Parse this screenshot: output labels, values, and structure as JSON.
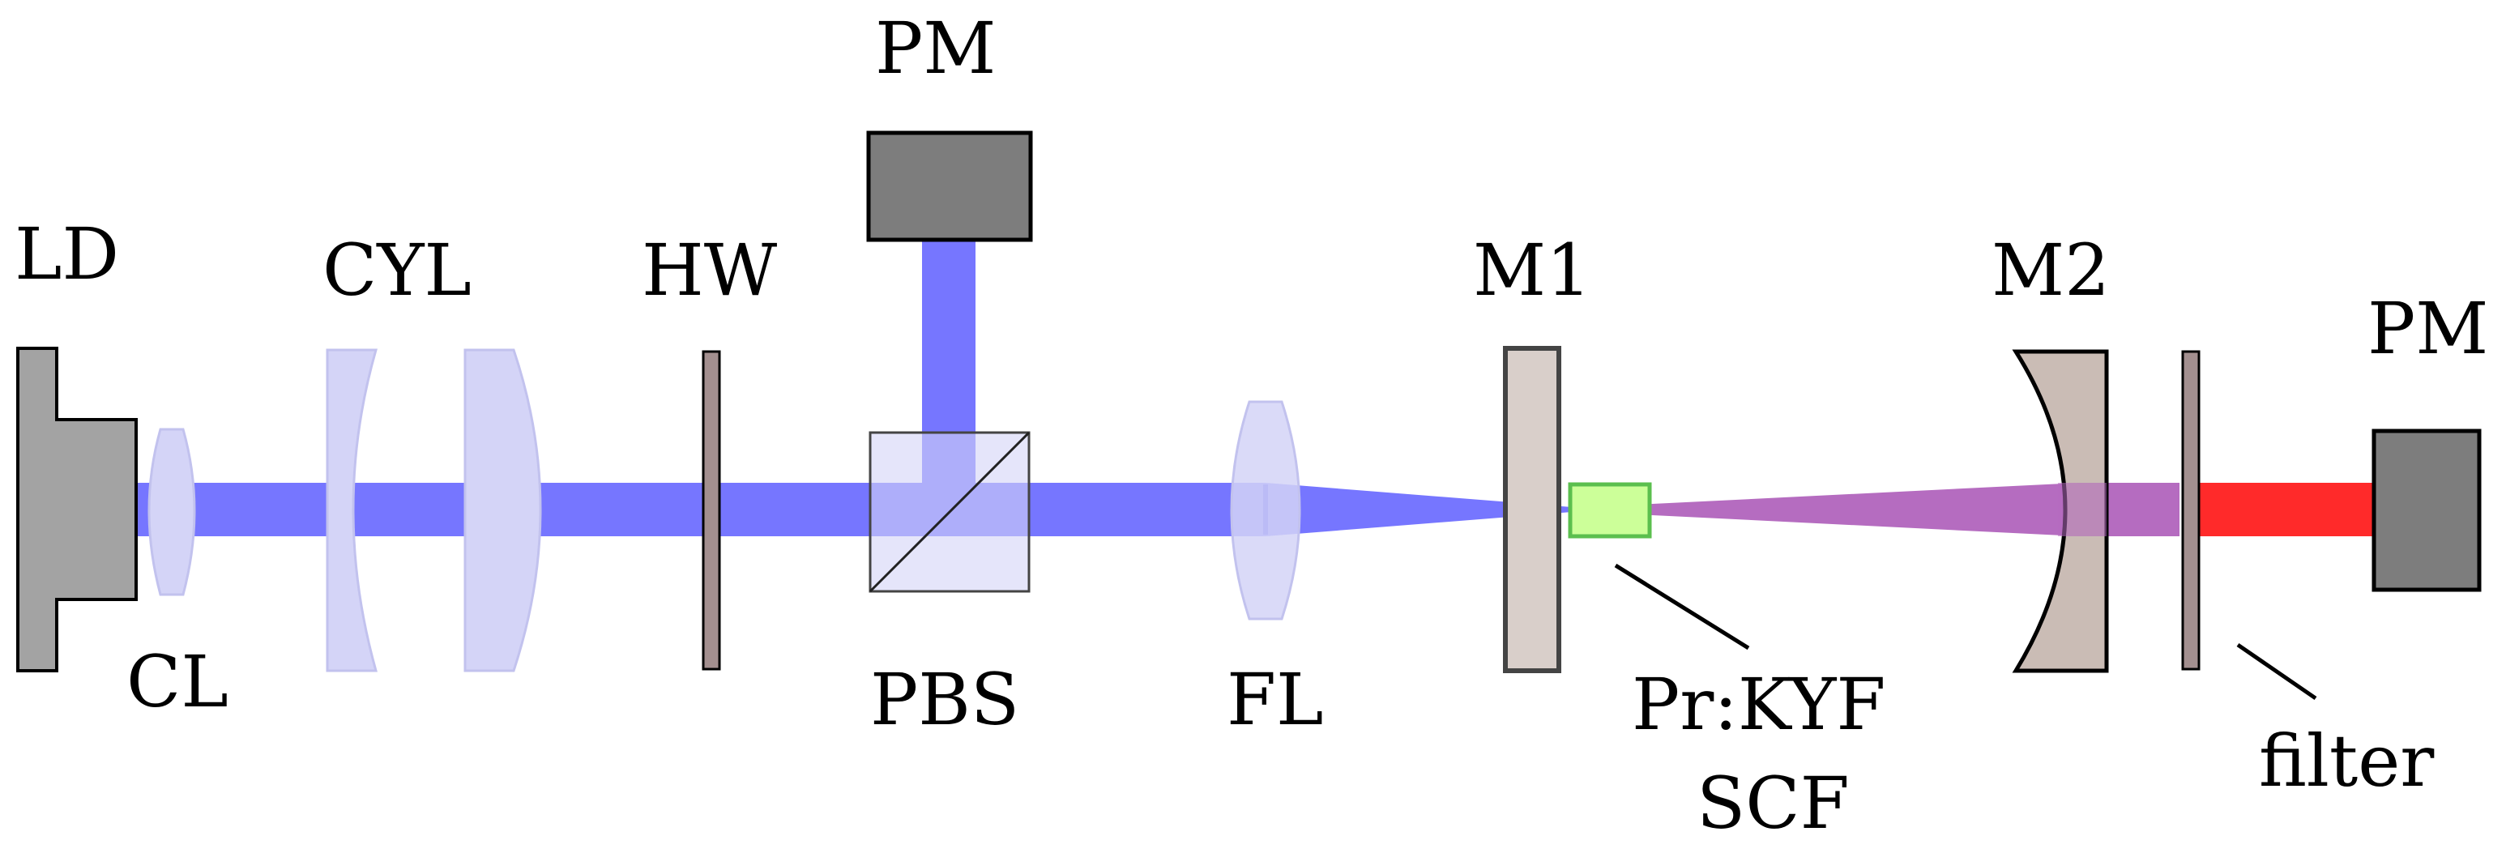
{
  "labels": {
    "ld": "LD",
    "cl": "CL",
    "cyl": "CYL",
    "hw": "HW",
    "pm_top": "PM",
    "pbs": "PBS",
    "fl": "FL",
    "m1": "M1",
    "crystal_line1": "Pr:KYF",
    "crystal_line2": "SCF",
    "m2": "M2",
    "pm_right": "PM",
    "filter": "filter"
  },
  "colors": {
    "pump_beam": "#7676ff",
    "laser_in_cavity": "#b56cc0",
    "laser_output": "#ff2a2a",
    "lens_fill": "#d4d4f7",
    "lens_stroke": "#c2c2ee",
    "power_meter": "#7d7d7d",
    "laser_diode": "#a3a3a3",
    "mirror_m1": "#d9cfca",
    "mirror_m2": "#c4b5ad",
    "waveplate": "#a38f8f",
    "crystal_fill": "#ccff99",
    "crystal_stroke": "#5bbf4e"
  }
}
